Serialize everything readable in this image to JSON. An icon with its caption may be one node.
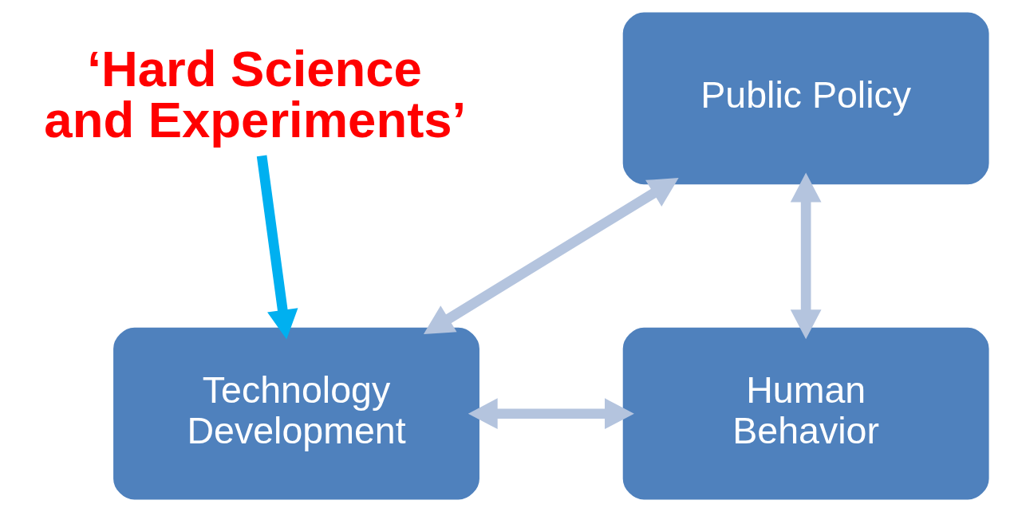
{
  "diagram": {
    "nodes": [
      {
        "text": [
          "Public Policy"
        ]
      },
      {
        "text": [
          "Technology Development"
        ]
      },
      {
        "text": [
          "Human Behavior"
        ]
      },
      {
        "text": [
          "‘Hard Science and Experiments’"
        ]
      }
    ],
    "edges": [
      {
        "from": 0,
        "to": 1,
        "arrow": "both"
      },
      {
        "from": 0,
        "to": 2,
        "arrow": "both"
      },
      {
        "from": 1,
        "to": 2,
        "arrow": "both"
      },
      {
        "from": 3,
        "to": 1,
        "arrow": "to",
        "color": "#00b0f0"
      }
    ]
  }
}
